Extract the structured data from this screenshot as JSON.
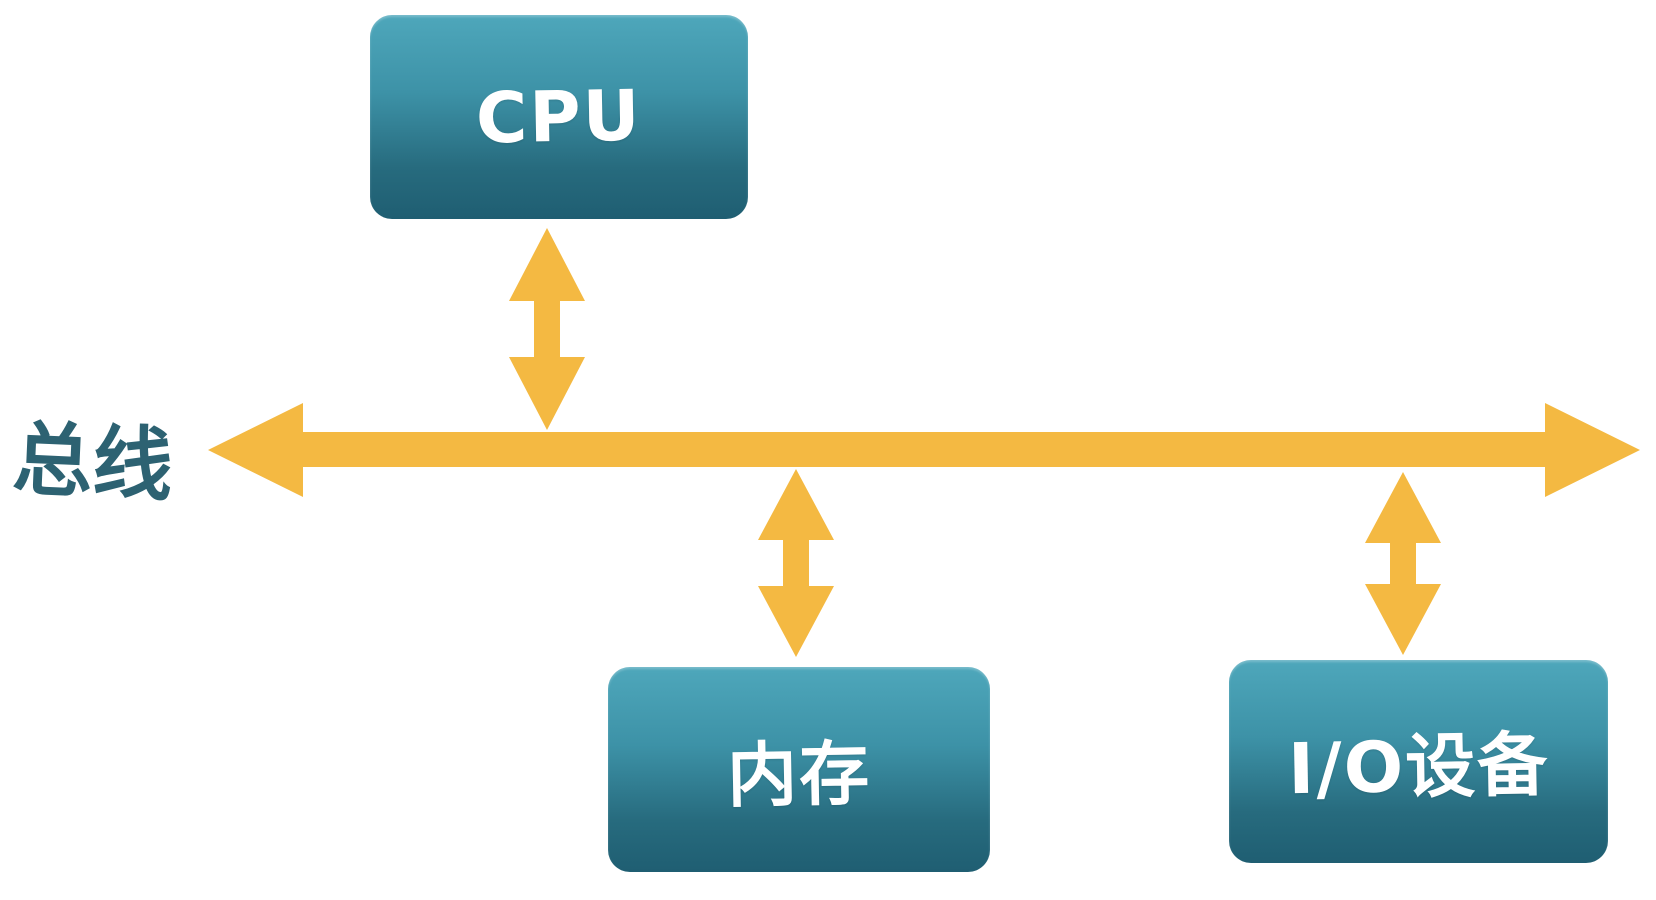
{
  "diagram": {
    "title_none": "",
    "bus": {
      "label": "总线",
      "direction": "bidirectional-horizontal"
    },
    "nodes": [
      {
        "id": "cpu",
        "label": "CPU",
        "connected_to": "bus"
      },
      {
        "id": "memory",
        "label": "内存",
        "connected_to": "bus"
      },
      {
        "id": "io",
        "label": "I/O设备",
        "connected_to": "bus"
      }
    ],
    "connectors": [
      {
        "from": "cpu",
        "to": "bus",
        "style": "double-headed-vertical-arrow"
      },
      {
        "from": "memory",
        "to": "bus",
        "style": "double-headed-vertical-arrow"
      },
      {
        "from": "io",
        "to": "bus",
        "style": "double-headed-vertical-arrow"
      }
    ],
    "colors": {
      "bus_yellow": "#f4b942",
      "node_teal_top": "#4ea7bb",
      "node_teal_bottom": "#1f5e72",
      "node_text": "#ffffff",
      "bus_label_text": "#2d6272",
      "background": "#ffffff"
    }
  }
}
